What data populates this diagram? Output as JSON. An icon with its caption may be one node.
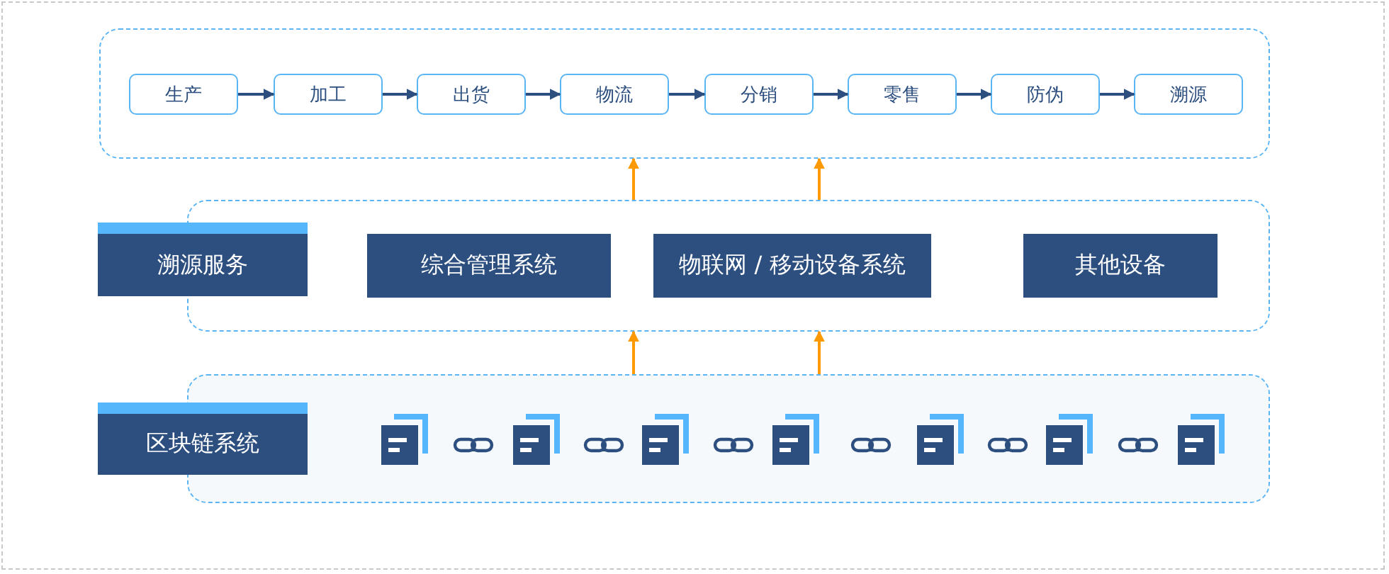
{
  "diagram": {
    "nodes": [
      {
        "text": [],
        "shape": "box"
      },
      {
        "text": [
          "生产"
        ],
        "in": 0
      },
      {
        "text": [
          "加工"
        ],
        "in": 0
      },
      {
        "text": [
          "出货"
        ],
        "in": 0
      },
      {
        "text": [
          "物流"
        ],
        "in": 0
      },
      {
        "text": [
          "分销"
        ],
        "in": 0
      },
      {
        "text": [
          "零售"
        ],
        "in": 0
      },
      {
        "text": [
          "防伪"
        ],
        "in": 0
      },
      {
        "text": [
          "溯源"
        ],
        "in": 0
      },
      {
        "text": [],
        "shape": "box"
      },
      {
        "text": [
          "溯源服务"
        ]
      },
      {
        "text": [
          "综合管理系统"
        ],
        "in": 9
      },
      {
        "text": [
          "物联网 / 移动设备系统"
        ],
        "in": 9
      },
      {
        "text": [
          "其他设备"
        ],
        "in": 9
      },
      {
        "text": [],
        "shape": "box"
      },
      {
        "text": [
          "区块链系统"
        ]
      },
      {
        "text": [],
        "shape": "picture",
        "in": 14
      },
      {
        "text": [],
        "shape": "picture",
        "in": 14
      },
      {
        "text": [],
        "shape": "picture",
        "in": 14
      },
      {
        "text": [],
        "shape": "picture",
        "in": 14
      },
      {
        "text": [],
        "shape": "picture",
        "in": 14
      },
      {
        "text": [],
        "shape": "picture",
        "in": 14
      },
      {
        "text": [],
        "shape": "picture",
        "in": 14
      }
    ],
    "edges": [
      {
        "from": 1,
        "to": 2,
        "arrow": "to"
      },
      {
        "from": 2,
        "to": 3,
        "arrow": "to"
      },
      {
        "from": 3,
        "to": 4,
        "arrow": "to"
      },
      {
        "from": 4,
        "to": 5,
        "arrow": "to"
      },
      {
        "from": 5,
        "to": 6,
        "arrow": "to"
      },
      {
        "from": 6,
        "to": 7,
        "arrow": "to"
      },
      {
        "from": 7,
        "to": 8,
        "arrow": "to"
      },
      {
        "from": 9,
        "to": 0,
        "arrow": "to",
        "color": "#ff9900"
      },
      {
        "from": 9,
        "to": 0,
        "arrow": "to",
        "color": "#ff9900"
      },
      {
        "from": 14,
        "to": 9,
        "arrow": "to",
        "color": "#ff9900"
      },
      {
        "from": 14,
        "to": 9,
        "arrow": "to",
        "color": "#ff9900"
      },
      {
        "from": 16,
        "to": 17,
        "arrow": "none"
      },
      {
        "from": 17,
        "to": 18,
        "arrow": "none"
      },
      {
        "from": 18,
        "to": 19,
        "arrow": "none"
      },
      {
        "from": 19,
        "to": 20,
        "arrow": "none"
      },
      {
        "from": 20,
        "to": 21,
        "arrow": "none"
      },
      {
        "from": 21,
        "to": 22,
        "arrow": "none"
      }
    ]
  }
}
